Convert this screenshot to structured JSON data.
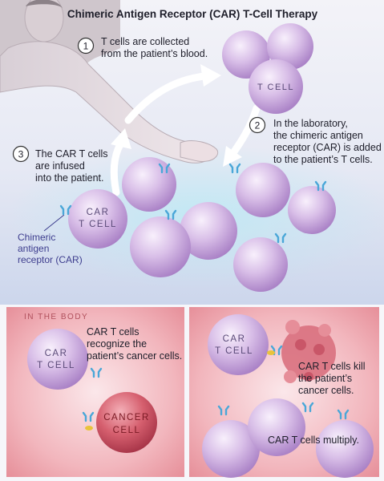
{
  "title": "Chimeric Antigen Receptor (CAR) T-Cell Therapy",
  "steps": [
    {
      "number": "1",
      "lines": [
        "T cells are collected",
        "from the patient’s blood."
      ]
    },
    {
      "number": "2",
      "lines": [
        "In the laboratory,",
        "the chimeric antigen",
        "receptor (CAR) is added",
        "to the patient’s T cells."
      ]
    },
    {
      "number": "3",
      "lines": [
        "The CAR T cells",
        "are infused",
        "into the patient."
      ]
    }
  ],
  "labels": {
    "t_cell": "T CELL",
    "car": "CAR",
    "car_receptor": [
      "Chimeric",
      "antigen",
      "receptor (CAR)"
    ],
    "cancer": "CANCER",
    "cell": "CELL",
    "in_the_body": "IN THE BODY"
  },
  "panels": {
    "left": [
      "CAR T cells",
      "recognize the",
      "patient’s cancer cells."
    ],
    "right_kill": [
      "CAR T cells kill",
      "the patient’s",
      "cancer cells."
    ],
    "right_multiply": "CAR T cells multiply."
  },
  "colors": {
    "background_top": "#f1f1f8",
    "background_bottom": "#d3dbee",
    "panel_red": "#e89098",
    "cell_purple": "#c9a9dd",
    "cancer_red": "#c0485a",
    "receptor_blue": "#4aa7d8",
    "antigen_yellow": "#e9c33b",
    "chimeric_label": "#3d3d8e"
  }
}
